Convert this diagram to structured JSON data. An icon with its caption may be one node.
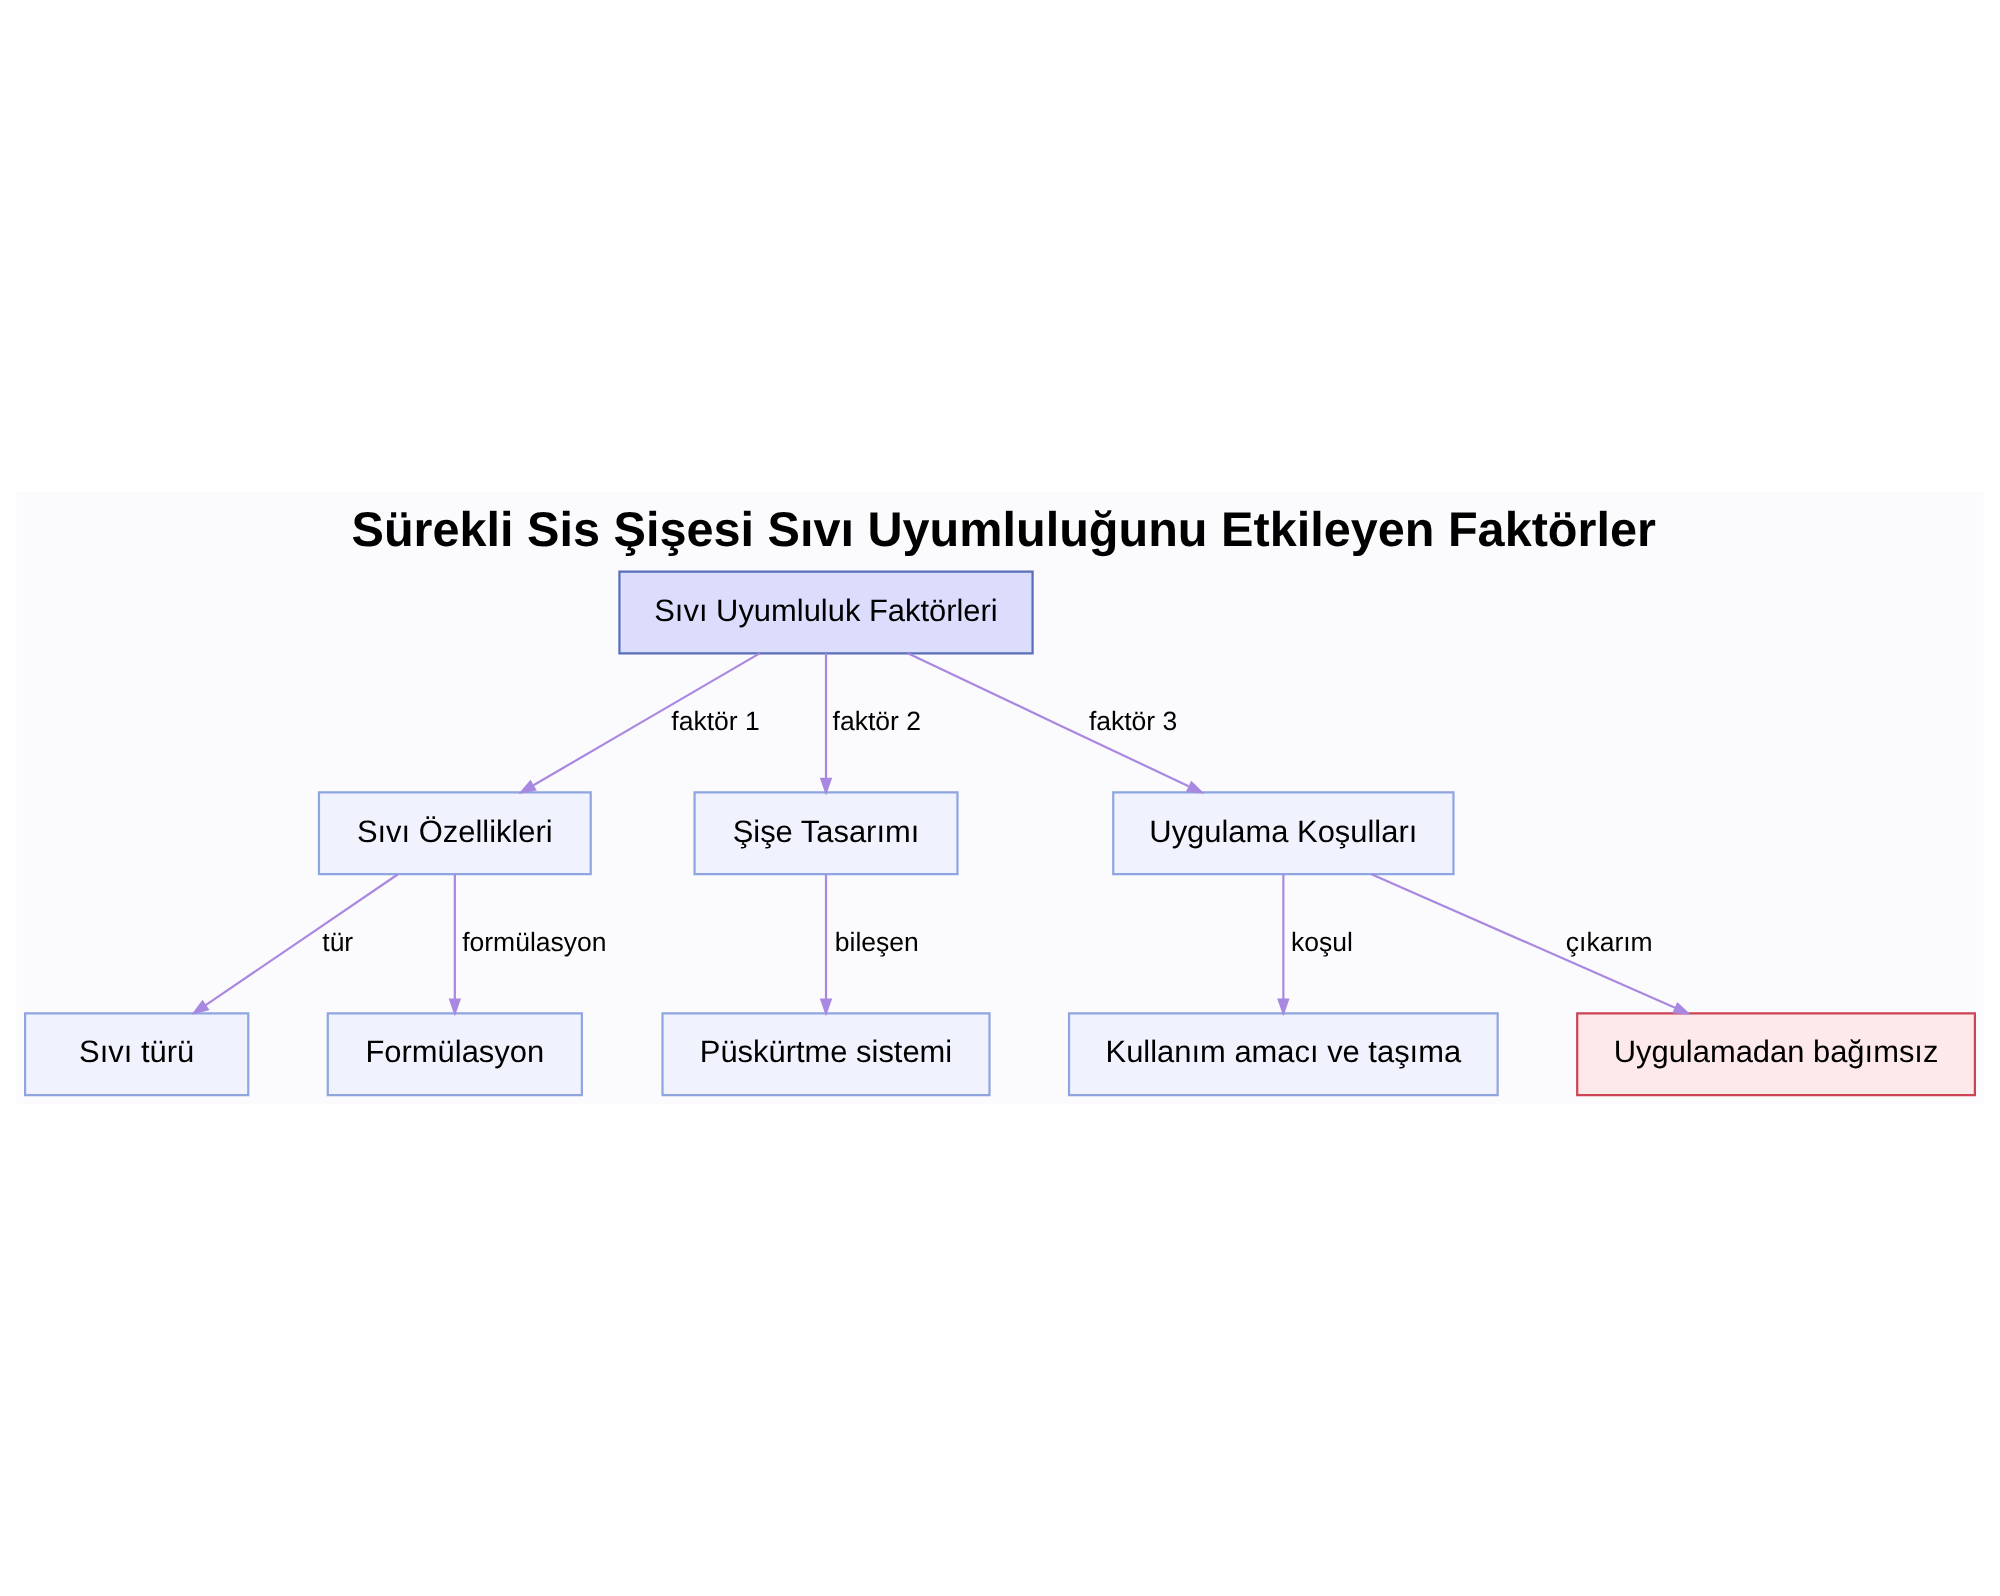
{
  "diagram": {
    "title": "Sürekli Sis Şişesi Sıvı Uyumluluğunu Etkileyen Faktörler",
    "nodes": [
      {
        "text": [
          "Sıvı Uyumluluk Faktörleri"
        ]
      },
      {
        "text": [
          "Sıvı Özellikleri"
        ]
      },
      {
        "text": [
          "Şişe Tasarımı"
        ]
      },
      {
        "text": [
          "Uygulama Koşulları"
        ]
      },
      {
        "text": [
          "Sıvı türü"
        ]
      },
      {
        "text": [
          "Formülasyon"
        ]
      },
      {
        "text": [
          "Püskürtme sistemi"
        ]
      },
      {
        "text": [
          "Kullanım amacı ve taşıma"
        ]
      },
      {
        "text": [
          "Uygulamadan bağımsız"
        ]
      }
    ],
    "edges": [
      {
        "from": 0,
        "to": 1,
        "arrow": "to",
        "label": "faktör 1"
      },
      {
        "from": 0,
        "to": 2,
        "arrow": "to",
        "label": "faktör 2"
      },
      {
        "from": 0,
        "to": 3,
        "arrow": "to",
        "label": "faktör 3"
      },
      {
        "from": 1,
        "to": 4,
        "arrow": "to",
        "label": "tür"
      },
      {
        "from": 1,
        "to": 5,
        "arrow": "to",
        "label": "formülasyon"
      },
      {
        "from": 2,
        "to": 6,
        "arrow": "to",
        "label": "bileşen"
      },
      {
        "from": 3,
        "to": 7,
        "arrow": "to",
        "label": "koşul"
      },
      {
        "from": 3,
        "to": 8,
        "arrow": "to",
        "label": "çıkarım"
      }
    ]
  }
}
